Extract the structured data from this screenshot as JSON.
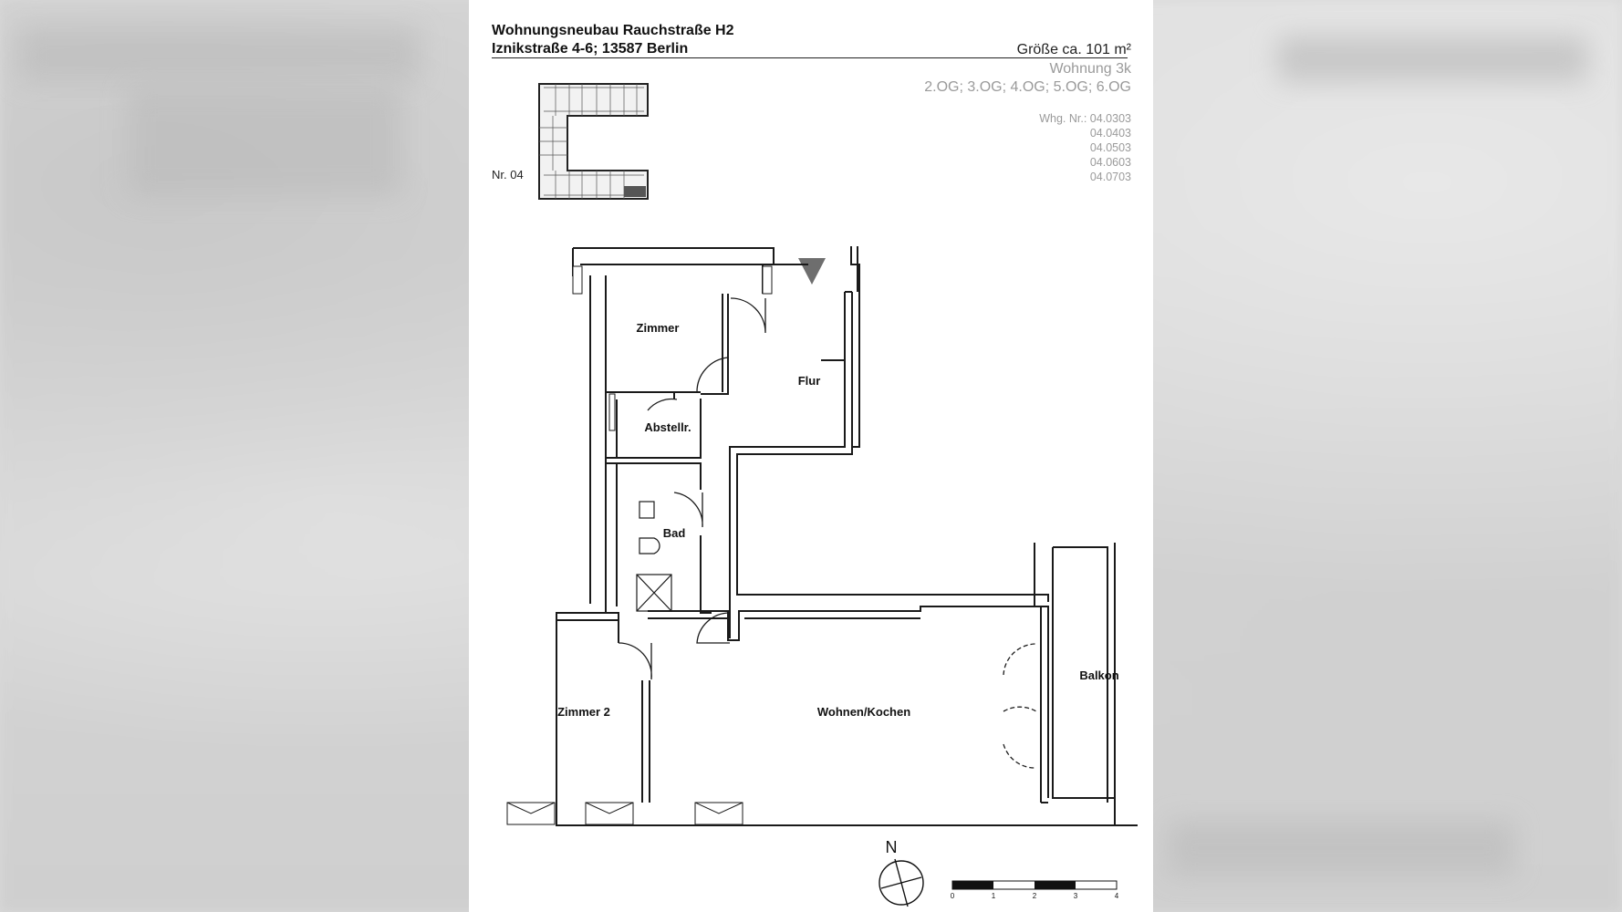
{
  "header": {
    "project_line1": "Wohnungsneubau Rauchstraße H2",
    "project_line2": "Iznikstraße 4-6; 13587 Berlin",
    "size": "Größe ca. 101 m²",
    "unit_type": "Wohnung 3k",
    "floors": "2.OG; 3.OG; 4.OG; 5.OG; 6.OG",
    "apartment_numbers": [
      "Whg. Nr.: 04.0303",
      "04.0403",
      "04.0503",
      "04.0603",
      "04.0703"
    ]
  },
  "keyplan": {
    "label": "Nr. 04"
  },
  "rooms": {
    "zimmer": "Zimmer",
    "flur": "Flur",
    "abstellr": "Abstellr.",
    "bad": "Bad",
    "zimmer2": "Zimmer 2",
    "wohnen_kochen": "Wohnen/Kochen",
    "balkon": "Balkon"
  },
  "north_label": "N",
  "scale_bar": {
    "ticks": [
      "0",
      "1",
      "2",
      "3",
      "4"
    ]
  },
  "colors": {
    "ink": "#111111",
    "muted": "#9a9a9a",
    "paper": "#ffffff"
  }
}
